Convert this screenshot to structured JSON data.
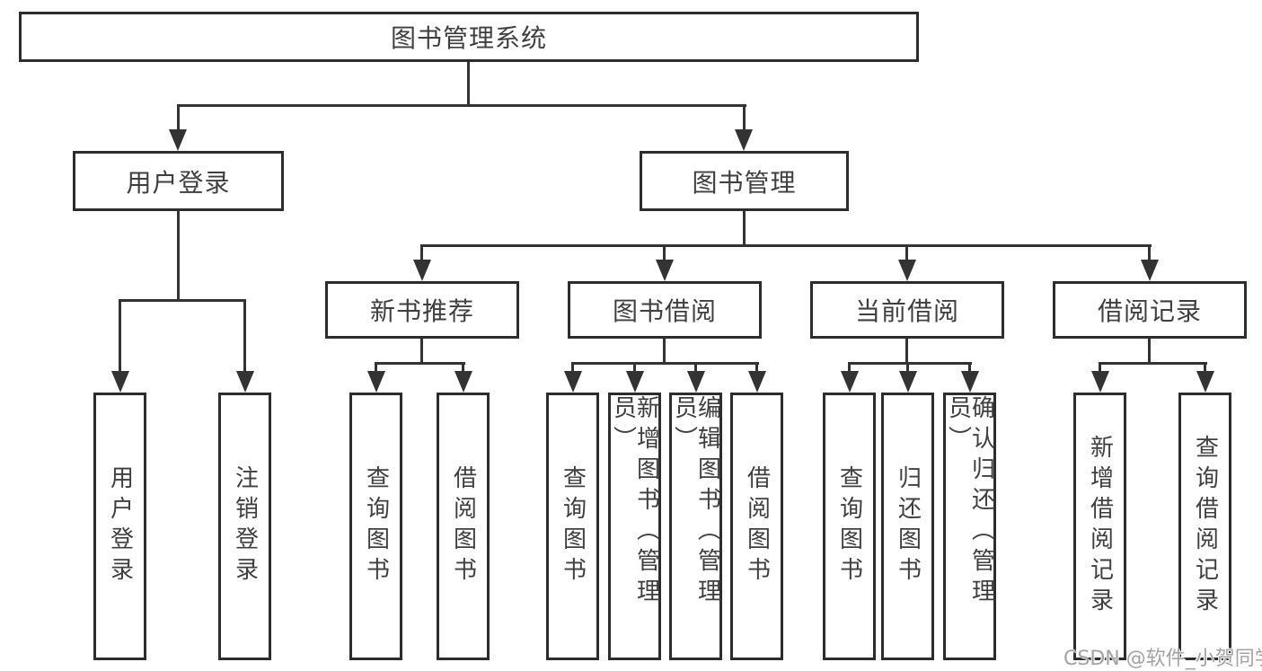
{
  "tree": {
    "root": {
      "label": "图书管理系统",
      "children": [
        {
          "label": "用户登录",
          "children": [
            {
              "label": "用户登录"
            },
            {
              "label": "注销登录"
            }
          ]
        },
        {
          "label": "图书管理",
          "children": [
            {
              "label": "新书推荐",
              "children": [
                {
                  "label": "查询图书"
                },
                {
                  "label": "借阅图书"
                }
              ]
            },
            {
              "label": "图书借阅",
              "children": [
                {
                  "label": "查询图书"
                },
                {
                  "label": "新增图书（管理员）"
                },
                {
                  "label": "编辑图书（管理员）"
                },
                {
                  "label": "借阅图书"
                }
              ]
            },
            {
              "label": "当前借阅",
              "children": [
                {
                  "label": "查询图书"
                },
                {
                  "label": "归还图书"
                },
                {
                  "label": "确认归还（管理员）"
                }
              ]
            },
            {
              "label": "借阅记录",
              "children": [
                {
                  "label": "新增借阅记录"
                },
                {
                  "label": "查询借阅记录"
                }
              ]
            }
          ]
        }
      ]
    }
  },
  "watermark": {
    "text": "CSDN @软件_小贺同学"
  },
  "colors": {
    "background": "#ffffff",
    "box_border": "#2d2d2d",
    "connector_line": "#333333",
    "text": "#3f3f3f",
    "watermark": "#a7a2a2"
  }
}
